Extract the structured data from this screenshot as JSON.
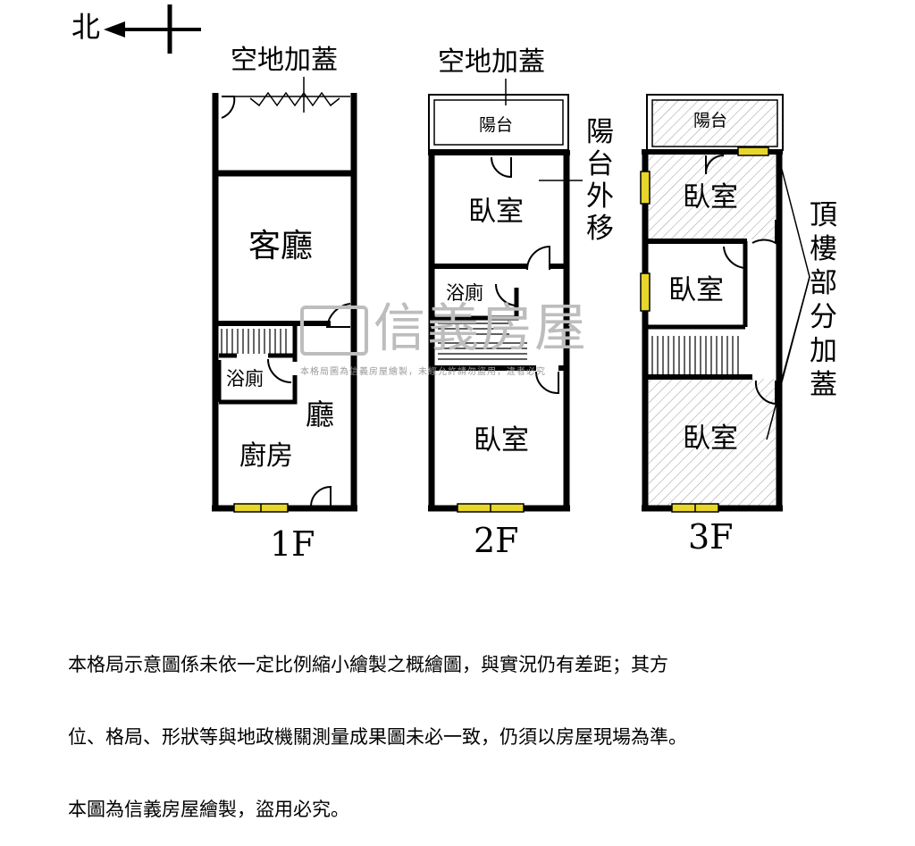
{
  "compass": {
    "label": "北"
  },
  "floors": [
    {
      "id": "1F",
      "label": "1F",
      "rooms": {
        "annex": "空地加蓋",
        "living": "客廳",
        "bath": "浴廁",
        "hall": "廳",
        "kitchen": "廚房"
      }
    },
    {
      "id": "2F",
      "label": "2F",
      "rooms": {
        "annex": "空地加蓋",
        "balcony": "陽台",
        "balcony_moved": "陽台外移",
        "bedroom_front": "臥室",
        "bath": "浴廁",
        "bedroom_back": "臥室"
      }
    },
    {
      "id": "3F",
      "label": "3F",
      "rooms": {
        "balcony": "陽台",
        "bedroom_front": "臥室",
        "bedroom_mid": "臥室",
        "bedroom_back": "臥室",
        "rooftop_addition": "頂樓部分加蓋"
      }
    }
  ],
  "watermark": {
    "brand": "信義房屋",
    "notice": "本格局圖為信義房屋繪製，未經允許請勿盜用，違者必究"
  },
  "disclaimer": {
    "lines": [
      "本格局示意圖係未依一定比例縮小繪製之概繪圖，與實況仍有差距；其方",
      "位、格局、形狀等與地政機關測量成果圖未必一致，仍須以房屋現場為準。",
      "本圖為信義房屋繪製，盜用必究。"
    ]
  },
  "colors": {
    "wall": "#000000",
    "window": "#e8d62a",
    "hatch": "#9a9a9a",
    "watermark": "#bdbdbd"
  }
}
